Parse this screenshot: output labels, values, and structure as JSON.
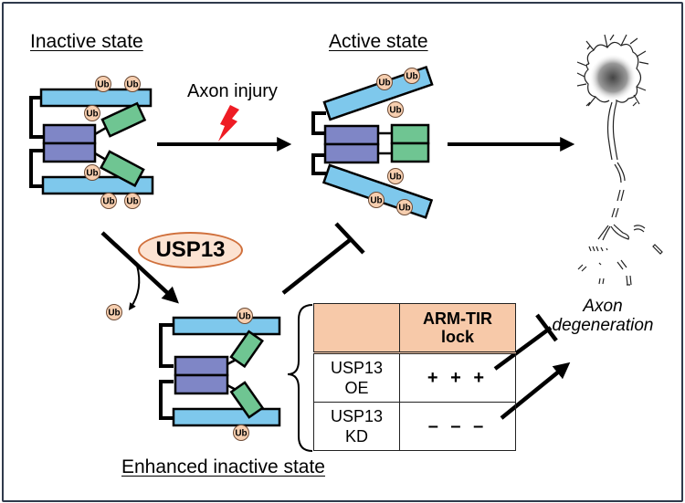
{
  "titles": {
    "inactive": "Inactive state",
    "active": "Active state",
    "enhanced": "Enhanced inactive state"
  },
  "labels": {
    "axon_injury": "Axon injury",
    "usp13": "USP13",
    "ub": "Ub",
    "axon_degeneration_line1": "Axon",
    "axon_degeneration_line2": "degeneration"
  },
  "table": {
    "headers": [
      "",
      "ARM-TIR lock"
    ],
    "header_lines": [
      "ARM-TIR",
      "lock"
    ],
    "rows": [
      {
        "condition_line1": "USP13",
        "condition_line2": "OE",
        "lock": "+ + +"
      },
      {
        "condition_line1": "USP13",
        "condition_line2": "KD",
        "lock": "– – –"
      }
    ]
  },
  "colors": {
    "arm_domain": "#7ec8ec",
    "sam_domain": "#7f86c6",
    "tir_domain": "#6fc592",
    "ub_fill": "#f7cfb0",
    "usp13_border": "#d0703c",
    "usp13_fill": "#fce3d2",
    "table_header": "#f7c9a9",
    "injury_bolt": "#ee1c24",
    "frame": "#2f3a4c"
  }
}
